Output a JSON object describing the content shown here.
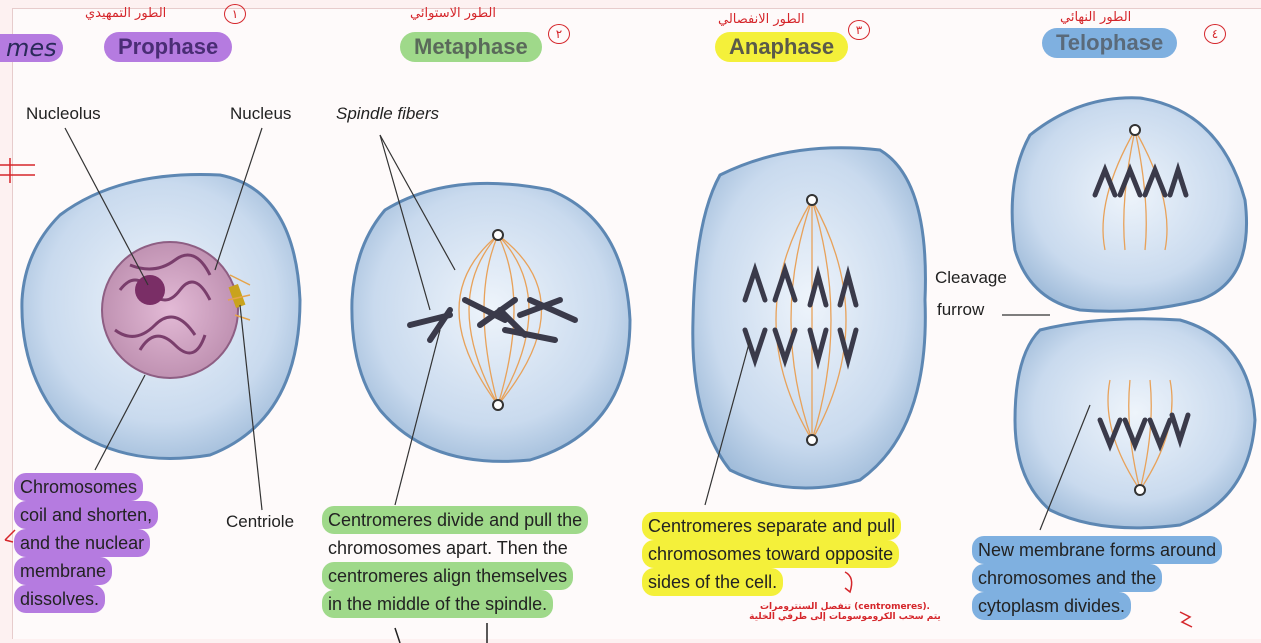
{
  "phases": {
    "prophase": {
      "name": "Prophase",
      "arabic": "الطور التمهيدي",
      "num": "١"
    },
    "metaphase": {
      "name": "Metaphase",
      "arabic": "الطور الاستوائي",
      "num": "٢"
    },
    "anaphase": {
      "name": "Anaphase",
      "arabic": "الطور الانفصالي",
      "num": "٣"
    },
    "telophase": {
      "name": "Telophase",
      "arabic": "الطور النهائي",
      "num": "٤"
    }
  },
  "margin_handwriting": "mes",
  "labels": {
    "nucleolus": "Nucleolus",
    "nucleus": "Nucleus",
    "spindle_fibers": "Spindle fibers",
    "centriole": "Centriole",
    "cleavage": "Cleavage",
    "furrow": "furrow"
  },
  "captions": {
    "prophase": [
      "Chromosomes",
      "coil and shorten,",
      "and the nuclear",
      "membrane",
      "dissolves."
    ],
    "metaphase": [
      "Centromeres divide and pull the",
      "chromosomes apart. Then the",
      "centromeres align themselves",
      "in the middle of the spindle."
    ],
    "anaphase": [
      "Centromeres separate and pull",
      "chromosomes toward opposite",
      "sides of the cell."
    ],
    "telophase": [
      "New membrane forms around",
      "chromosomes and the",
      "cytoplasm divides."
    ]
  },
  "arabic_note": [
    "تنفصل السنترومرات (centromeres).",
    "يتم سحب الكروموسومات إلى طرفي الخلية"
  ],
  "colors": {
    "prophase_hl": "#b57be0",
    "metaphase_hl": "#9fd98a",
    "anaphase_hl": "#f4f03a",
    "telophase_hl": "#7fb0e0",
    "annotation": "#d5262b",
    "cell_fill": "#c6d8ee",
    "cell_border": "#5d87b3"
  }
}
